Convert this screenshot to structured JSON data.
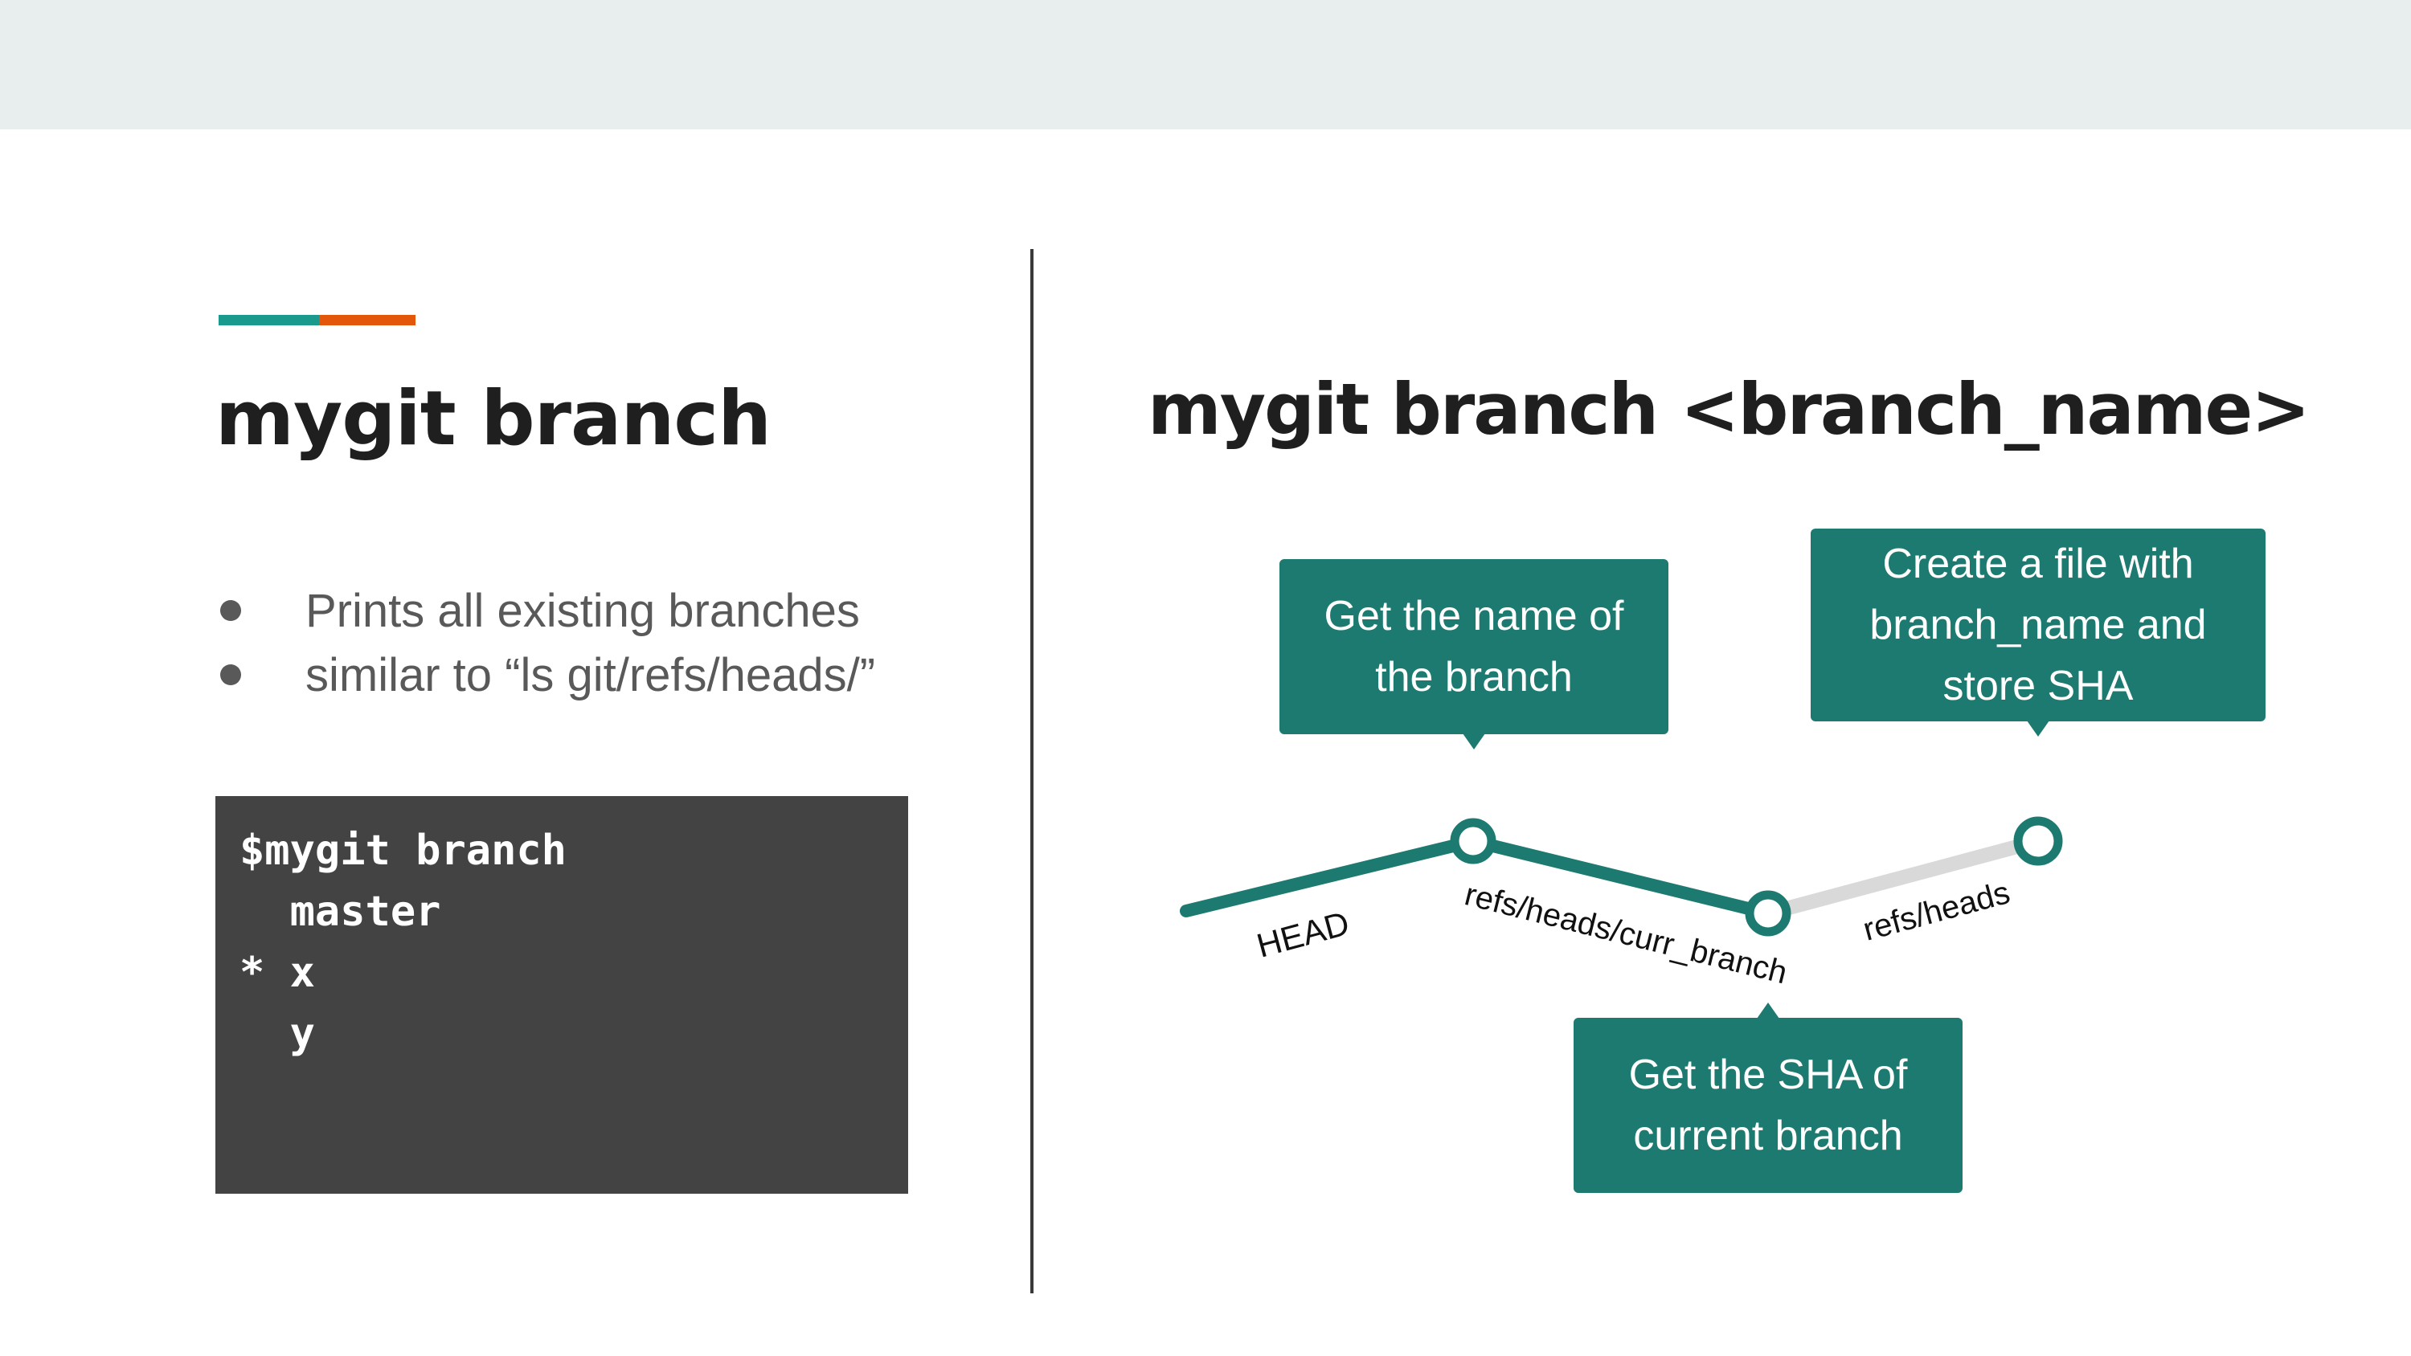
{
  "slide": {
    "accent_colors": [
      "#1a9a8c",
      "#e2570a"
    ],
    "callout_color": "#1d7a70"
  },
  "left": {
    "title": "mygit branch",
    "bullets": [
      "Prints all existing branches",
      "similar to “ls git/refs/heads/”"
    ],
    "terminal_lines": [
      "$mygit branch",
      "  master",
      "* x",
      "  y"
    ]
  },
  "right": {
    "title": "mygit branch <branch_name>",
    "callouts": {
      "get_name": "Get the name of\nthe branch",
      "create_file": "Create a file with\nbranch_name and\nstore SHA",
      "get_sha": "Get the SHA of\ncurrent branch"
    },
    "path_labels": {
      "head": "HEAD",
      "curr_branch": "refs/heads/curr_branch",
      "heads": "refs/heads"
    }
  }
}
